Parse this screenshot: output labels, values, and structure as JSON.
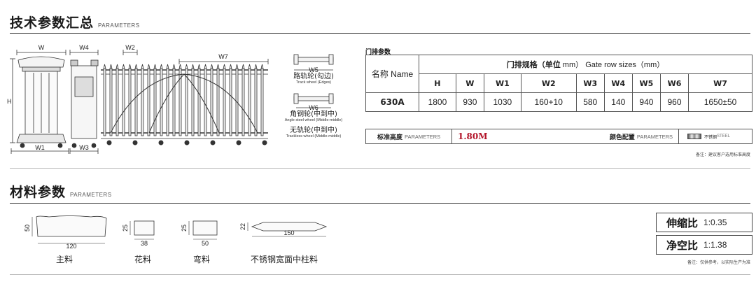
{
  "tech": {
    "title": "技术参数汇总",
    "title_en": "PARAMETERS"
  },
  "drawing": {
    "dims": {
      "W": "W",
      "W1": "W1",
      "W2": "W2",
      "W3": "W3",
      "W4": "W4",
      "W7": "W7",
      "H": "H"
    }
  },
  "wheels": [
    {
      "code": "W5",
      "name": "路轨轮(勾边)",
      "en": "Track wheel (Edges)"
    },
    {
      "code": "W6",
      "name": "角钢轮(中到中)",
      "en": "Angle steel wheel (Middle-middle)"
    },
    {
      "code": "",
      "name": "无轨轮(中到中)",
      "en": "Trackless wheel (Middle-middle)"
    }
  ],
  "gate_table": {
    "heading": "门排参数",
    "name_header": "名称 Name",
    "sizes_header_cn": "门排规格（单位",
    "sizes_header_unit": "mm）",
    "sizes_header_en": "Gate row sizes（mm）",
    "columns": [
      "H",
      "W",
      "W1",
      "W2",
      "W3",
      "W4",
      "W5",
      "W6",
      "W7"
    ],
    "row": {
      "model": "630A",
      "values": [
        "1800",
        "930",
        "1030",
        "160+10",
        "580",
        "140",
        "940",
        "960",
        "1650±50"
      ]
    }
  },
  "standard": {
    "height_label": "标准高度",
    "height_label_en": "PARAMETERS",
    "height_value": "1.80M",
    "color_label": "颜色配置",
    "color_label_en": "PARAMETERS",
    "color_value": "不锈钢",
    "color_value_en": "STEEL",
    "note": "备注：建议客户选用标准高度"
  },
  "materials": {
    "title": "材料参数",
    "title_en": "PARAMETERS",
    "items": [
      {
        "label": "主料",
        "w": "120",
        "h": "50"
      },
      {
        "label": "花料",
        "w": "38",
        "h": "25"
      },
      {
        "label": "弯料",
        "w": "50",
        "h": "25"
      },
      {
        "label": "不锈钢宽面中柱料",
        "w": "150",
        "h": "22"
      }
    ],
    "ratios": [
      {
        "label": "伸缩比",
        "value": "1:0.35"
      },
      {
        "label": "净空比",
        "value": "1:1.38"
      }
    ],
    "note": "备注：仅供参考，以实际生产为准"
  },
  "colors": {
    "accent": "#b3152a",
    "line": "#333333"
  }
}
